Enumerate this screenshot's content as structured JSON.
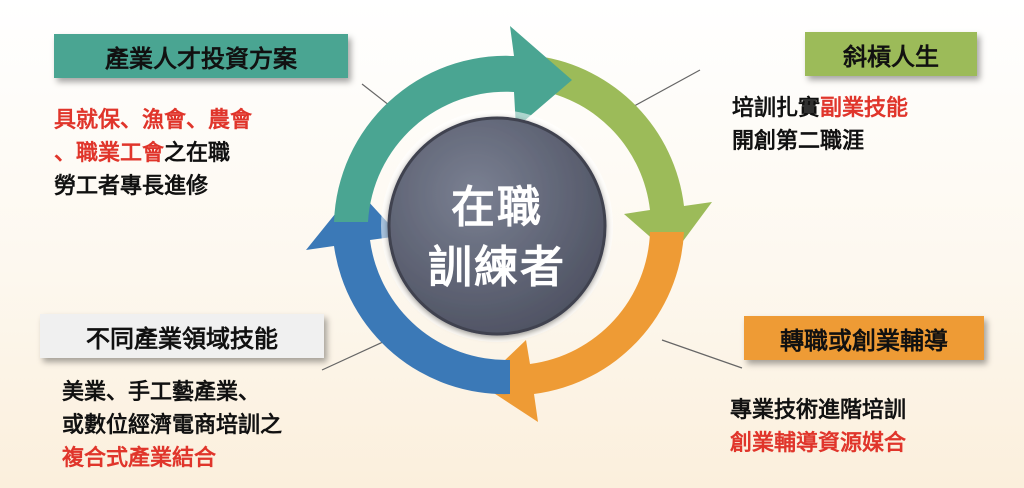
{
  "center": {
    "line1": "在職",
    "line2": "訓練者"
  },
  "colors": {
    "teal": "#4aa592",
    "green": "#9cbb59",
    "orange": "#ee9b35",
    "blue": "#3b79b7",
    "center": "#5f6475",
    "highlight": "#e0352b"
  },
  "quadrants": {
    "top_left": {
      "title": "產業人才投資方案",
      "desc": [
        [
          {
            "t": "具就保、漁會、農會",
            "hl": true
          }
        ],
        [
          {
            "t": "、職業工會",
            "hl": true
          },
          {
            "t": "之在職",
            "hl": false
          }
        ],
        [
          {
            "t": "勞工者專長進修",
            "hl": false
          }
        ]
      ]
    },
    "top_right": {
      "title": "斜槓人生",
      "desc": [
        [
          {
            "t": "培訓扎實",
            "hl": false
          },
          {
            "t": "副業技能",
            "hl": true
          }
        ],
        [
          {
            "t": "開創第二職涯",
            "hl": false
          }
        ]
      ]
    },
    "bottom_left": {
      "title": "不同產業領域技能",
      "desc": [
        [
          {
            "t": "美業、手工藝產業、",
            "hl": false
          }
        ],
        [
          {
            "t": "或數位經濟電商培訓之",
            "hl": false
          }
        ],
        [
          {
            "t": "複合式產業結合",
            "hl": true
          }
        ]
      ]
    },
    "bottom_right": {
      "title": "轉職或創業輔導",
      "desc": [
        [
          {
            "t": "專業技術進階培訓",
            "hl": false
          }
        ],
        [
          {
            "t": "創業輔導資源媒合",
            "hl": true
          }
        ]
      ]
    }
  }
}
